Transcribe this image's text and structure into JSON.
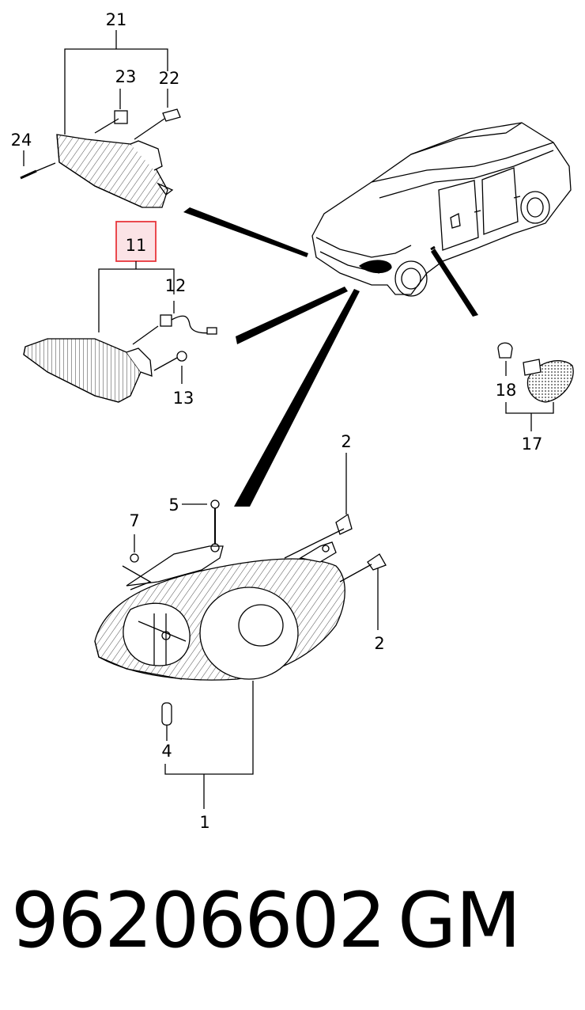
{
  "diagram": {
    "callouts": {
      "c21": "21",
      "c23": "23",
      "c22": "22",
      "c24": "24",
      "c11": "11",
      "c12": "12",
      "c13": "13",
      "c18": "18",
      "c17": "17",
      "c2a": "2",
      "c5": "5",
      "c7": "7",
      "c2b": "2",
      "c4": "4",
      "c1": "1"
    },
    "highlight_color": "#e8373c",
    "highlight_fill": "#fbe3e6"
  },
  "footer": {
    "part_number": "96206602",
    "brand": "GM"
  }
}
